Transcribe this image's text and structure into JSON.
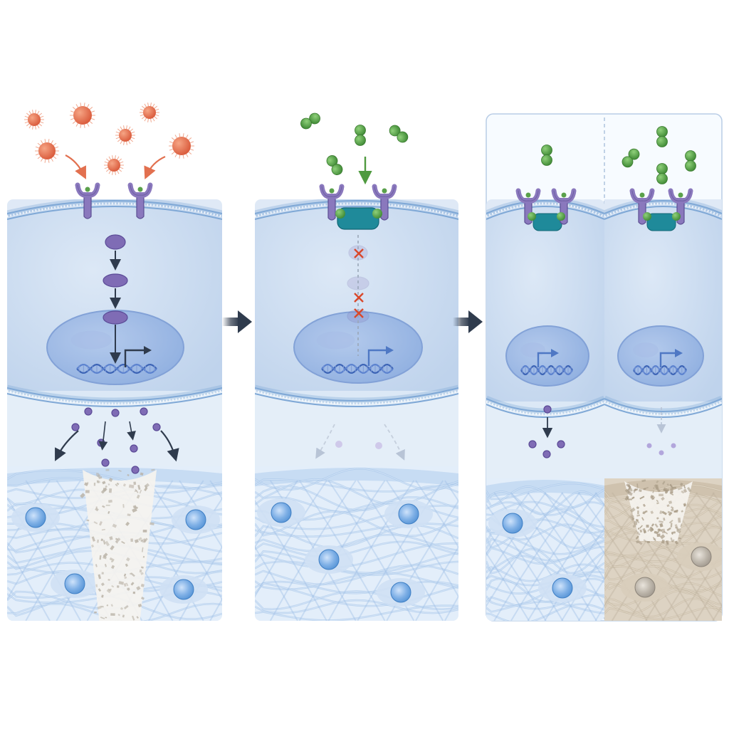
{
  "figure": {
    "panels": [
      {
        "id": "panel-1",
        "state": "stimulated",
        "ligand": "inflammatory-particle-red",
        "signaling": "active",
        "matrix": "degraded"
      },
      {
        "id": "panel-2",
        "state": "receptor-blocked",
        "ligand": "antagonist-green",
        "signaling": "blocked",
        "matrix": "intact"
      },
      {
        "id": "panel-3a",
        "state": "partial-treatment",
        "ligand": "antagonist-green",
        "signaling": "reduced",
        "matrix": "intact"
      },
      {
        "id": "panel-3b",
        "state": "treatment-fibrotic",
        "ligand": "antagonist-green",
        "signaling": "minimal",
        "matrix": "fibrotic-degraded"
      }
    ],
    "colors": {
      "background": "#ffffff",
      "cell_fill": "#c9daee",
      "membrane": "#7fa8d6",
      "nucleus": "#9eb9e4",
      "receptor": "#8a78bd",
      "signal_molecule": "#7f6cb5",
      "inflammatory_particle": "#e2704f",
      "antagonist": "#5aa04b",
      "blocker": "#1f8a9a",
      "block_mark": "#d9482b",
      "arrow": "#2f3b4d",
      "matrix_fiber": "#9dbfe6",
      "matrix_cell": "#5d97d8",
      "fibrotic_matrix": "#cfc2ae"
    },
    "icons": [
      "receptor-icon",
      "dna-icon",
      "transcription-arrow-icon",
      "block-x-icon",
      "step-arrow-icon"
    ]
  }
}
